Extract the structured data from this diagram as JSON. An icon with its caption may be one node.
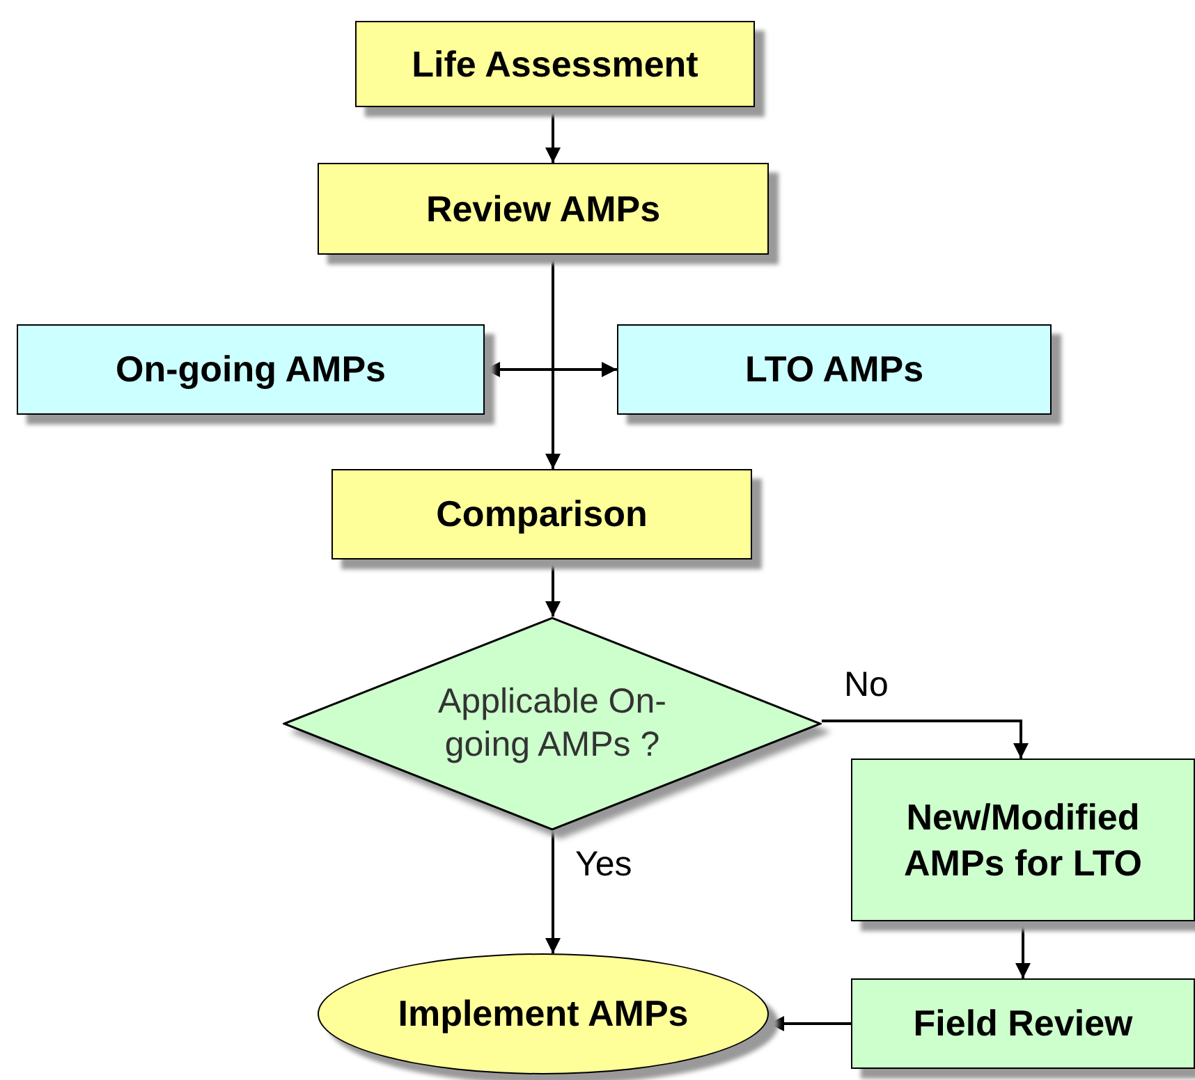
{
  "diagram": {
    "nodes": [
      {
        "text": [
          "Life Assessment"
        ]
      },
      {
        "text": [
          "Review AMPs"
        ]
      },
      {
        "text": [
          "On-going AMPs"
        ]
      },
      {
        "text": [
          "LTO AMPs"
        ]
      },
      {
        "text": [
          "Comparison"
        ]
      },
      {
        "text": [
          "Applicable On-going AMPs ?"
        ]
      },
      {
        "text": [
          "New/Modified AMPs for LTO"
        ]
      },
      {
        "text": [
          "Field Review"
        ]
      },
      {
        "text": [
          "Implement AMPs"
        ]
      }
    ],
    "edges": [
      {
        "from": 0,
        "to": 1,
        "arrow": "to"
      },
      {
        "from": 1,
        "to": 2,
        "arrow": "to"
      },
      {
        "from": 1,
        "to": 3,
        "arrow": "to"
      },
      {
        "from": 1,
        "to": 4,
        "arrow": "to"
      },
      {
        "from": 4,
        "to": 5,
        "arrow": "to"
      },
      {
        "from": 5,
        "to": 6,
        "arrow": "to",
        "label": "No"
      },
      {
        "from": 5,
        "to": 8,
        "arrow": "to",
        "label": "Yes"
      },
      {
        "from": 6,
        "to": 7,
        "arrow": "to"
      },
      {
        "from": 7,
        "to": 8,
        "arrow": "to"
      }
    ]
  }
}
